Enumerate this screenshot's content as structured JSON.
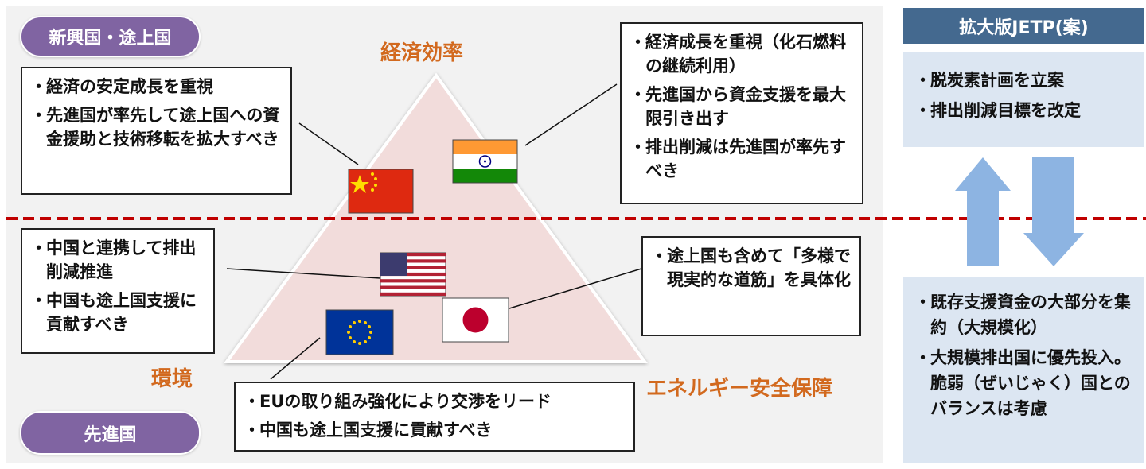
{
  "left_panel": {
    "group_top": "新興国・途上国",
    "group_bottom": "先進国",
    "axes": {
      "top": "経済効率",
      "left": "環境",
      "right": "エネルギー安全保障"
    },
    "flags": [
      "china-flag",
      "india-flag",
      "usa-flag",
      "eu-flag",
      "japan-flag"
    ],
    "boxes": {
      "china": [
        "経済の安定成長を重視",
        "先進国が率先して途上国への資金援助と技術移転を拡大すべき"
      ],
      "india": [
        "経済成長を重視（化石燃料の継続利用）",
        "先進国から資金支援を最大限引き出す",
        "排出削減は先進国が率先すべき"
      ],
      "usa": [
        "中国と連携して排出削減推進",
        "中国も途上国支援に貢献すべき"
      ],
      "japan": [
        "途上国も含めて「多様で現実的な道筋」を具体化"
      ],
      "eu": [
        "EUの取り組み強化により交渉をリード",
        "中国も途上国支援に貢献すべき"
      ]
    }
  },
  "right_panel": {
    "title": "拡大版JETP(案)",
    "top_items": [
      "脱炭素計画を立案",
      "排出削減目標を改定"
    ],
    "bottom_items": [
      "既存支援資金の大部分を集約（大規模化）",
      "大規模排出国に優先投入。脆弱（ぜいじゃく）国とのバランスは考慮"
    ]
  },
  "colors": {
    "accent_orange": "#d2691e",
    "purple": "#8064a2",
    "header_blue": "#44698f",
    "divider_red": "#c00000",
    "arrow_blue": "#8db4e2"
  }
}
